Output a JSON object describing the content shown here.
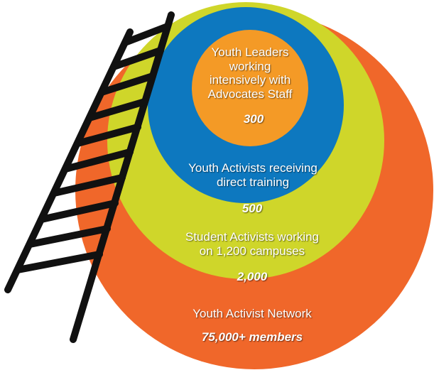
{
  "levels": [
    {
      "title": "Youth Activist Network",
      "figure": "75,000+ members",
      "color": "#f0672a"
    },
    {
      "title": "Student Activists working\non 1,200 campuses",
      "figure": "2,000",
      "color": "#cfd62a"
    },
    {
      "title": "Youth Activists receiving\ndirect training",
      "figure": "500",
      "color": "#0d78bf"
    },
    {
      "title": "Youth Leaders\nworking\nintensively with\nAdvocates Staff",
      "figure": "300",
      "color": "#f49a26"
    }
  ],
  "ladder": {
    "color": "#111111",
    "icon": "ladder-icon"
  }
}
